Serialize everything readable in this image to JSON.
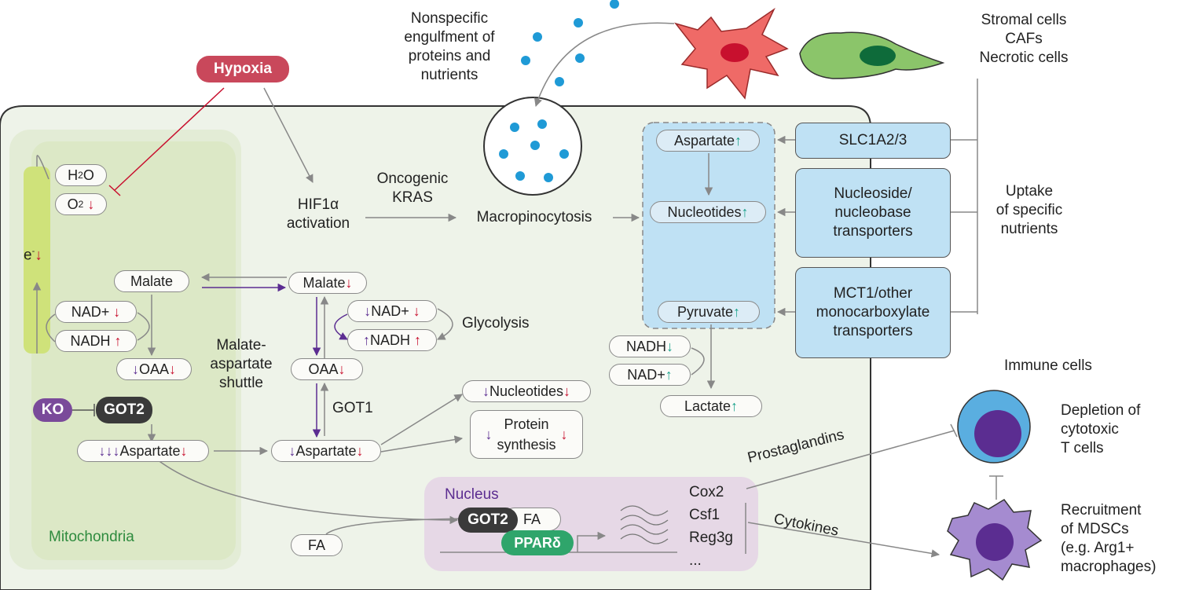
{
  "hypoxia": "Hypoxia",
  "hif1a": [
    "HIF1α",
    "activation"
  ],
  "oncogenic_kras": [
    "Oncogenic",
    "KRAS"
  ],
  "macropinocytosis": "Macropinocytosis",
  "engulfment": [
    "Nonspecific",
    "engulfment of",
    "proteins and",
    "nutrients"
  ],
  "stromal": [
    "Stromal cells",
    "CAFs",
    "Necrotic cells"
  ],
  "uptake": [
    "Uptake",
    "of specific",
    "nutrients"
  ],
  "transporters": {
    "slc": "SLC1A2/3",
    "nucleoside": [
      "Nucleoside/",
      "nucleobase",
      "transporters"
    ],
    "mct": [
      "MCT1/other",
      "monocarboxylate",
      "transporters"
    ]
  },
  "mito": {
    "label": "Mitochondria",
    "h2o": "H2O",
    "o2": "O2",
    "e_minus": "e-",
    "malate": "Malate",
    "nad": "NAD+",
    "nadh": "NADH",
    "oaa": "OAA",
    "got2": "GOT2",
    "ko": "KO",
    "aspartate": "Aspartate"
  },
  "shuttle": [
    "Malate-",
    "aspartate",
    "shuttle"
  ],
  "cyto": {
    "malate": "Malate",
    "nad": "NAD+",
    "nadh": "NADH",
    "glycolysis": "Glycolysis",
    "oaa": "OAA",
    "got1": "GOT1",
    "aspartate": "Aspartate",
    "nucleotides": "Nucleotides",
    "protein": [
      "Protein",
      "synthesis"
    ],
    "fa": "FA"
  },
  "uptake_box": {
    "aspartate": "Aspartate",
    "nucleotides": "Nucleotides",
    "pyruvate": "Pyruvate"
  },
  "lactate_side": {
    "nadh": "NADH",
    "nad": "NAD+",
    "lactate": "Lactate"
  },
  "nucleus": {
    "label": "Nucleus",
    "got2": "GOT2",
    "fa": "FA",
    "ppar": "PPARδ",
    "genes": [
      "Cox2",
      "Csf1",
      "Reg3g",
      "..."
    ]
  },
  "prostaglandins": "Prostaglandins",
  "cytokines": "Cytokines",
  "immune": {
    "title": "Immune cells",
    "tcell": [
      "Depletion of",
      "cytotoxic",
      "T cells"
    ],
    "mdsc": [
      "Recruitment",
      "of MDSCs",
      "(e.g. Arg1+",
      "macrophages)"
    ]
  },
  "colors": {
    "cell_bg": "#eef3e9",
    "mito_outer": "#e3ecd6",
    "mito_inner": "#dce8c6",
    "etc_bar": "#cfe27a",
    "uptake_box": "#bfe1f4",
    "nucleus": "#e6d8e6",
    "hypoxia": "#c9485b",
    "got2": "#3a3a3a",
    "ko": "#7a4a9a",
    "ppar": "#2fa56b",
    "teal_arrow": "#1aa28c",
    "red_arrow": "#c8102e",
    "purple_arrow": "#5b2d91",
    "red_cell": "#ef6a67",
    "green_cell": "#8bc56a",
    "dots": "#1f9ad6",
    "tcell_outer": "#5aaee0",
    "tcell_inner": "#5b2d91",
    "mdsc": "#a58bd0"
  }
}
